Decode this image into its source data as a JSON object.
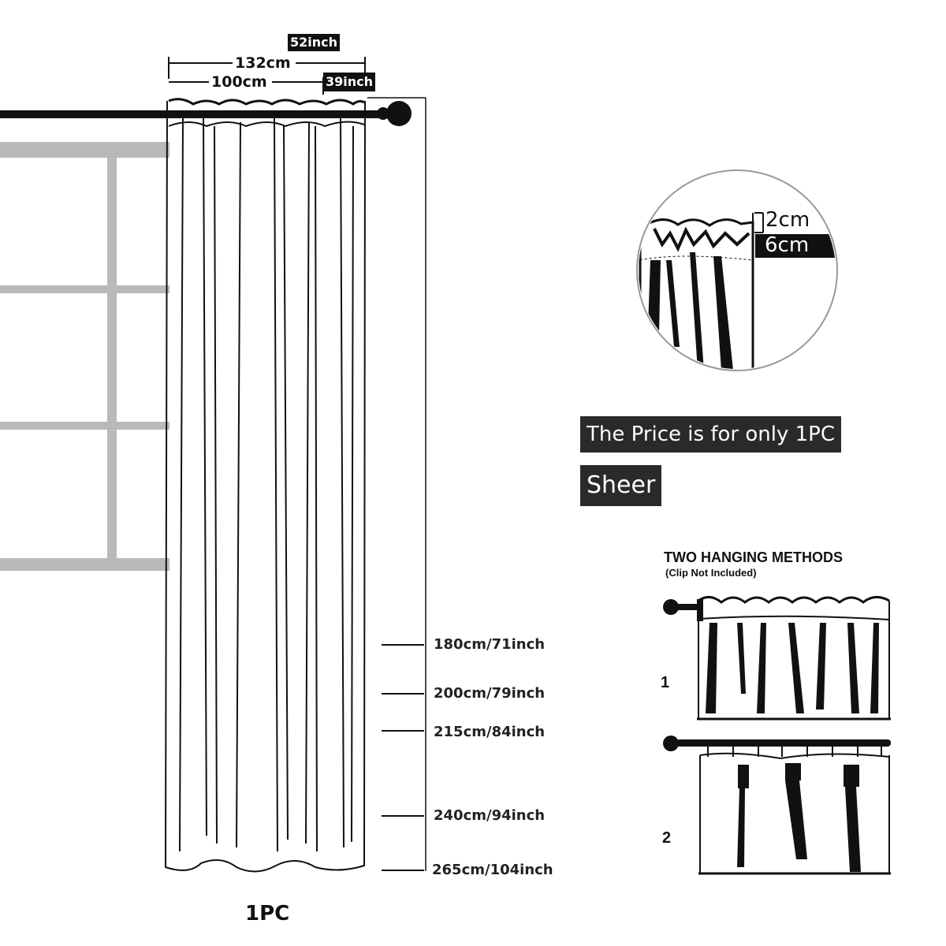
{
  "dimensions": {
    "width_total_cm": "132cm",
    "width_total_inch": "52inch",
    "width_panel_cm": "100cm",
    "width_panel_inch": "39inch"
  },
  "detail": {
    "top_cm": "2cm",
    "pocket_cm": "6cm"
  },
  "banners": {
    "price": "The Price is for only 1PC",
    "type": "Sheer"
  },
  "lengths": [
    "180cm/71inch",
    "200cm/79inch",
    "215cm/84inch",
    "240cm/94inch",
    "265cm/104inch"
  ],
  "caption": "1PC",
  "hanging": {
    "title": "TWO HANGING METHODS",
    "subtitle": "(Clip Not Included)",
    "method1": "1",
    "method2": "2"
  }
}
